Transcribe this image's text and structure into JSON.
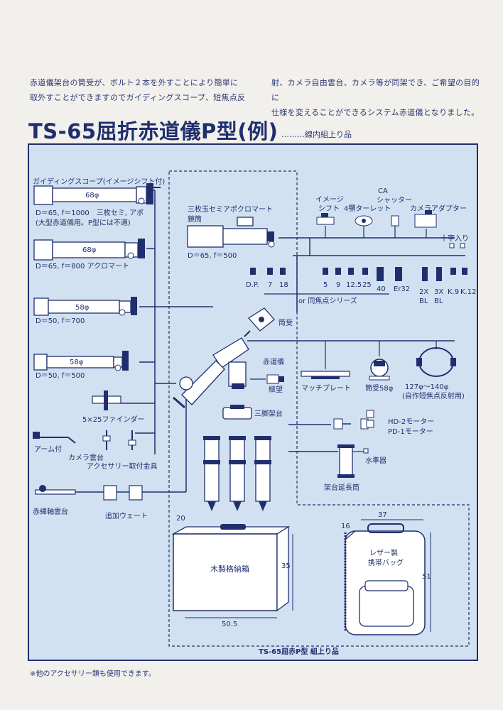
{
  "intro": {
    "left_lines": [
      "赤道儀架台の筒受が、ボルト２本を外すことにより簡単に",
      "取外すことができますのでガイディングスコープ、短焦点反"
    ],
    "right_lines": [
      "射、カメラ自由雲台、カメラ等が同架でき、ご希望の目的に",
      "仕様を変えることができるシステム赤道儀となりました。"
    ]
  },
  "title": "TS-65屈折赤道儀P型(例)",
  "subnote": "………線内組上り品",
  "scopes": [
    {
      "header": "ガイディングスコープ(イメージシフト付)",
      "tube": "68φ",
      "spec1": "D＝65, f＝1000　三枚セミ, アポ",
      "spec2": "(大型赤道儀用。P型には不適)"
    },
    {
      "tube": "68φ",
      "spec1": "D＝65, f＝800 アクロマート"
    },
    {
      "tube": "58φ",
      "spec1": "D＝50, f＝700"
    },
    {
      "tube": "58φ",
      "spec1": "D＝50, f＝500"
    }
  ],
  "left_parts": {
    "finder": "5×25ファインダー",
    "arm": "アーム付",
    "camera_mount": "カメラ雲台",
    "accessory_bracket": "アクセサリー取付金具",
    "ra_head": "赤緯軸雲台",
    "weight": "追加ウェート"
  },
  "main_scope": {
    "label1": "三枚玉セミアポクロマート",
    "label2": "鏡筒",
    "spec": "D＝65, f＝500"
  },
  "top_accessories": {
    "image_shift": [
      "イメージ",
      "シフト"
    ],
    "turret": "4顎ターレット",
    "shutter": [
      "CA",
      "シャッター"
    ],
    "camera_adapter": "カメラアダプター",
    "crosshair": "十字入り"
  },
  "eyepieces": [
    "D.P.",
    "7",
    "18",
    "5",
    "9",
    "12.5",
    "25",
    "40",
    "Er32",
    "2X",
    "3X",
    "K.9",
    "K.12"
  ],
  "eyepiece_bl": [
    "BL",
    "BL"
  ],
  "or_series": "or 同焦点シリーズ",
  "middle_parts": {
    "holder": "筒受",
    "mount": "赤道儀",
    "polar_scope": "極望",
    "tripod_head": "三脚架台",
    "match_plate": "マッチプレート",
    "holder58": "筒受58φ",
    "reflector_ring": "127φ～140φ",
    "reflector_note": "(自作短焦点反射用)"
  },
  "motors": [
    "HD-2モーター",
    "PD-1モーター"
  ],
  "extension": {
    "level": "水準器",
    "label": "架台延長筒"
  },
  "wood_case": {
    "label": "木製格納箱",
    "dim_depth": "20",
    "dim_height": "35",
    "dim_width": "50.5"
  },
  "bag": {
    "label1": "レザー製",
    "label2": "携帯バッグ",
    "dim_width": "37",
    "dim_depth": "16",
    "dim_height": "51"
  },
  "bottom_caption": "TS-65屈赤P型 組上り品",
  "footnote": "※他のアクセサリー類も使用できます。"
}
